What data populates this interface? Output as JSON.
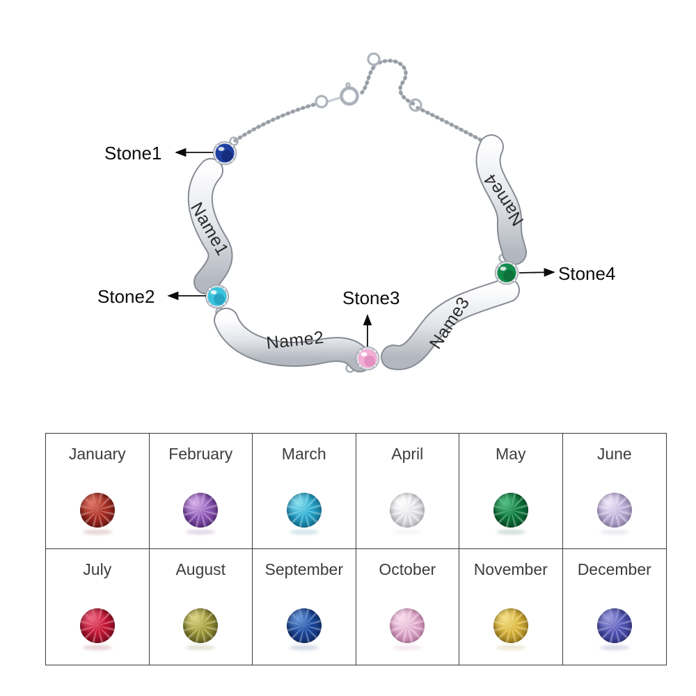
{
  "bracelet": {
    "names": [
      "Name1",
      "Name2",
      "Name3",
      "Name4"
    ],
    "stones": [
      {
        "label": "Stone1",
        "color": "#1e3fa0",
        "light": "#5d7fd8",
        "dark": "#101f5e"
      },
      {
        "label": "Stone2",
        "color": "#3cc3de",
        "light": "#a8ecf4",
        "dark": "#1488a6"
      },
      {
        "label": "Stone3",
        "color": "#f2aed4",
        "light": "#fcdff0",
        "dark": "#d36fae"
      },
      {
        "label": "Stone4",
        "color": "#118a4a",
        "light": "#4cc488",
        "dark": "#0a5c30"
      }
    ],
    "metal_color": "#c9ccd3"
  },
  "birthstone_chart": {
    "months": [
      {
        "label": "January",
        "color": "#b33226",
        "light": "#e0796a",
        "dark": "#6e1410"
      },
      {
        "label": "February",
        "color": "#9c64c4",
        "light": "#d9b3ea",
        "dark": "#55267c"
      },
      {
        "label": "March",
        "color": "#2fb3d9",
        "light": "#8fe0f0",
        "dark": "#0c6e93"
      },
      {
        "label": "April",
        "color": "#f0f0f3",
        "light": "#ffffff",
        "dark": "#c2c4cc"
      },
      {
        "label": "May",
        "color": "#0e8040",
        "light": "#57c186",
        "dark": "#054d26"
      },
      {
        "label": "June",
        "color": "#cbbde4",
        "light": "#f0e9fa",
        "dark": "#9687b4"
      },
      {
        "label": "July",
        "color": "#cf1737",
        "light": "#ef6a84",
        "dark": "#7c0a1e"
      },
      {
        "label": "August",
        "color": "#a9a23c",
        "light": "#ddd68a",
        "dark": "#5f5c1e"
      },
      {
        "label": "September",
        "color": "#1d4da6",
        "light": "#6f9bd8",
        "dark": "#0e2a66"
      },
      {
        "label": "October",
        "color": "#ecb9d8",
        "light": "#fadfee",
        "dark": "#c27cab"
      },
      {
        "label": "November",
        "color": "#e3bd3f",
        "light": "#f5e08a",
        "dark": "#9c7a18"
      },
      {
        "label": "December",
        "color": "#5a5cc0",
        "light": "#9d9ede",
        "dark": "#2f3284"
      }
    ]
  }
}
